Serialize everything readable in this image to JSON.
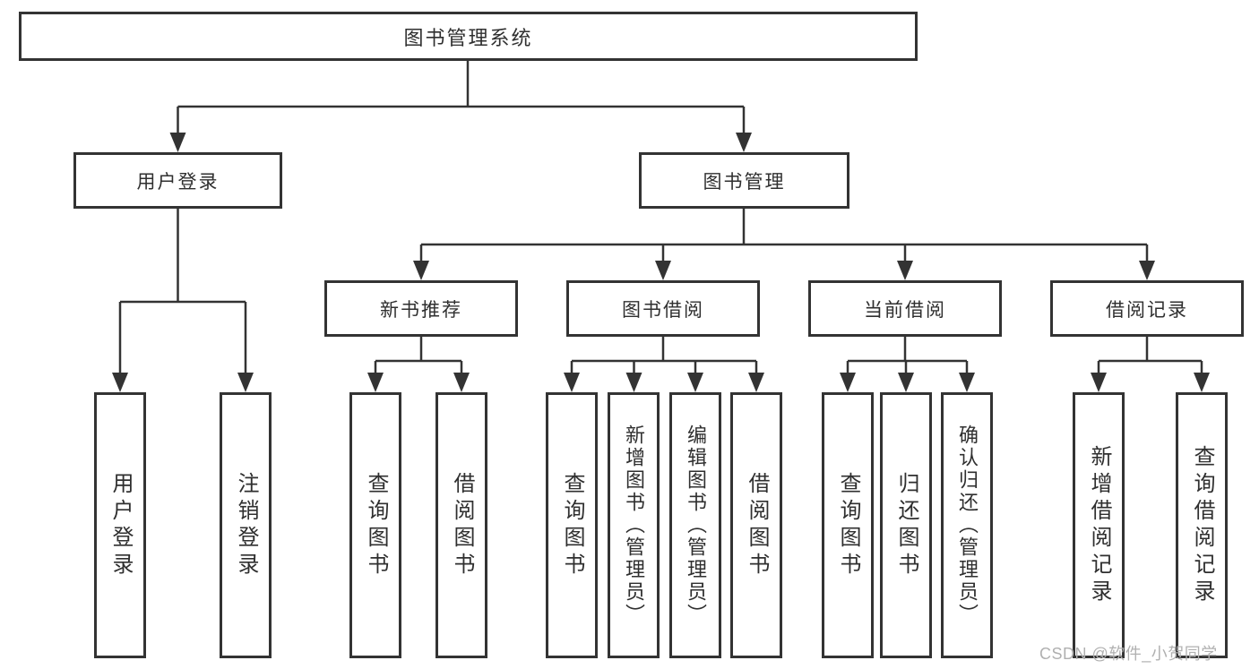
{
  "diagram": {
    "root": {
      "label": "图书管理系统"
    },
    "branches": [
      {
        "label": "用户登录",
        "children": [
          {
            "label": "用户登录"
          },
          {
            "label": "注销登录"
          }
        ]
      },
      {
        "label": "图书管理",
        "children": [
          {
            "label": "新书推荐",
            "children": [
              {
                "label": "查询图书"
              },
              {
                "label": "借阅图书"
              }
            ]
          },
          {
            "label": "图书借阅",
            "children": [
              {
                "label": "查询图书"
              },
              {
                "label": "新增图书（管理员）"
              },
              {
                "label": "编辑图书（管理员）"
              },
              {
                "label": "借阅图书"
              }
            ]
          },
          {
            "label": "当前借阅",
            "children": [
              {
                "label": "查询图书"
              },
              {
                "label": "归还图书"
              },
              {
                "label": "确认归还（管理员）"
              }
            ]
          },
          {
            "label": "借阅记录",
            "children": [
              {
                "label": "新增借阅记录"
              },
              {
                "label": "查询借阅记录"
              }
            ]
          }
        ]
      }
    ]
  },
  "watermark": "CSDN @软件_小贺同学",
  "colors": {
    "line": "#333333",
    "text": "#2f2f2f",
    "watermark": "#b0b0b0",
    "background": "#ffffff"
  }
}
